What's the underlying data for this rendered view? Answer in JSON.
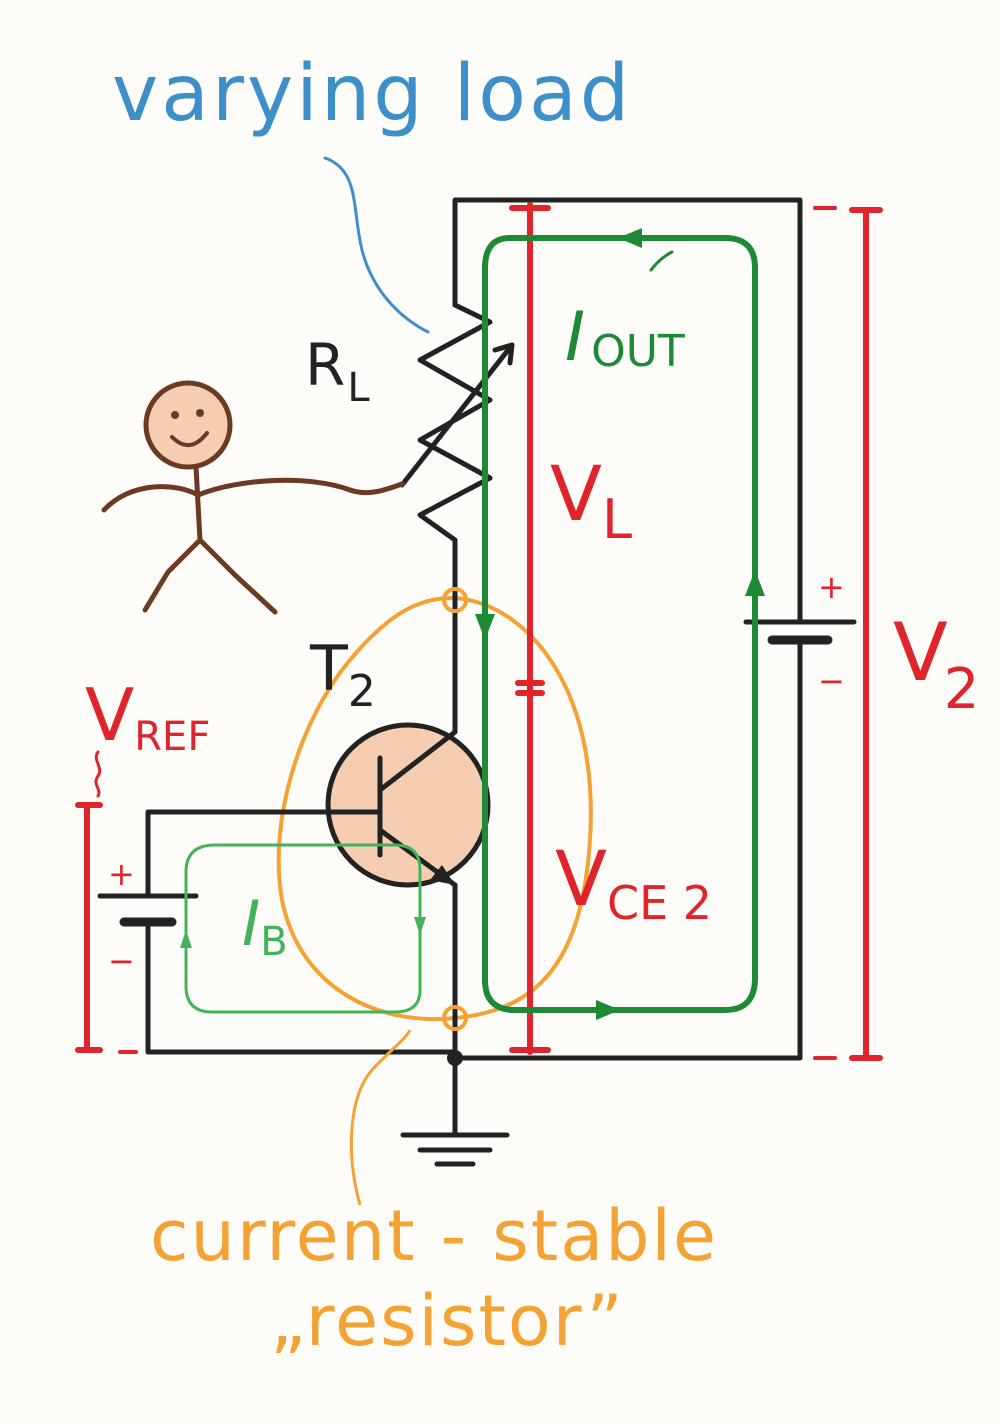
{
  "labels": {
    "varying_load": "varying load",
    "rl_main": "R",
    "rl_sub": "L",
    "iout_main": "I",
    "iout_sub": "OUT",
    "vl_main": "V",
    "vl_sub": "L",
    "t2_main": "T",
    "t2_sub": "2",
    "vref_main": "V",
    "vref_sub": "REF",
    "ib_main": "I",
    "ib_sub": "B",
    "vce2_main": "V",
    "vce2_sub": "CE 2",
    "v2_main": "V",
    "v2_sub": "2",
    "plus": "+",
    "minus": "−",
    "caption_line1": "current - stable",
    "caption_line2": "„resistor”"
  },
  "colors": {
    "wire": "#222222",
    "voltage": "#e0242c",
    "output_current": "#1f8a35",
    "base_current": "#43b35a",
    "stable_resistor": "#f4a233",
    "load_label": "#3d8fc9",
    "person": "#6b3a22",
    "transistor_fill": "#f5cdb0"
  }
}
